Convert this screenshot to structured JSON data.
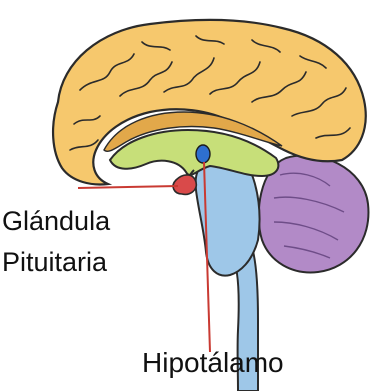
{
  "labels": {
    "pituitary_line1": "Glándula",
    "pituitary_line2": "Pituitaria",
    "hypothalamus": "Hipotálamo"
  },
  "colors": {
    "cortex": "#f6c86d",
    "cortex_shadow": "#e2a84a",
    "diencephalon": "#c7df79",
    "brainstem": "#9ec7e8",
    "cerebellum": "#b28ac7",
    "pituitary": "#d94a4a",
    "hypothalamus": "#2e6fcf",
    "leader_line": "#c93a32",
    "outline": "#2b2b2b"
  }
}
